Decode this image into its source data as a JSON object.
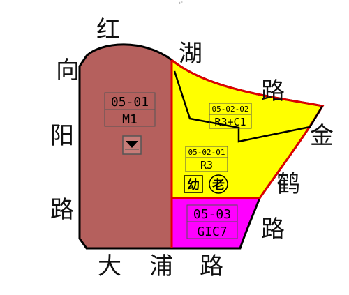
{
  "corner_mark": "↵",
  "roads": {
    "hong": "红",
    "xiangyang": [
      "向",
      "阳",
      "路"
    ],
    "hu_lu": [
      "湖",
      "路"
    ],
    "jinhe": [
      "金",
      "鹤",
      "路"
    ],
    "dapu": [
      "大",
      "浦",
      "路"
    ]
  },
  "parcels": [
    {
      "code": "05-01",
      "use": "M1",
      "color": "#B5605D"
    },
    {
      "code": "05-02-02",
      "use": "R3+C1",
      "color": "#FFFF00"
    },
    {
      "code": "05-02-01",
      "use": "R3",
      "color": "#FFFF00"
    },
    {
      "code": "05-03",
      "use": "GIC7",
      "color": "#FF00FF"
    }
  ],
  "facilities": [
    "幼",
    "老"
  ],
  "colors": {
    "boundary": "#E00000",
    "outline": "#000000",
    "background": "#FFFFFF"
  }
}
